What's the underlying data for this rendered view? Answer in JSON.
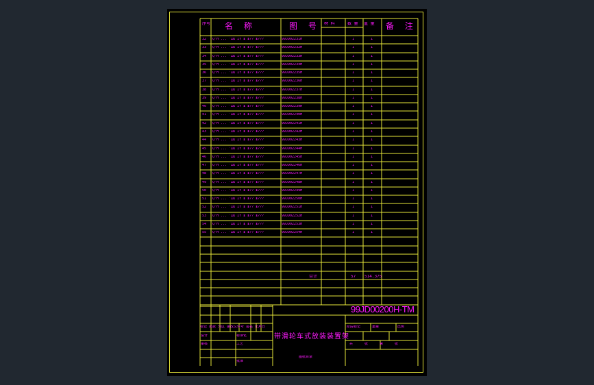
{
  "header": {
    "seq": "序号",
    "name": "名 称",
    "drawing_no": "图 号",
    "material": "材 料",
    "qty": "数 量",
    "weight": "重 量",
    "remark": "备 注"
  },
  "rows": [
    {
      "n": "32",
      "name": "Q'H ... 'Ĳ₤ ĬỸ ₤ ₤?? ₤???",
      "code": "99JD02231H"
    },
    {
      "n": "33",
      "name": "Q'H ... 'Ĳ₤ ĬỸ ₤ ₤?? ₤???",
      "code": "99JD02232H"
    },
    {
      "n": "34",
      "name": "Q'H ... 'Ĳ₤ ĬỸ ₤ ₤?? ₤???",
      "code": "99JD02233H"
    },
    {
      "n": "35",
      "name": "Q'H ... 'Ĳ₤ ĬỸ ₤ ₤?? ₤???",
      "code": "99JD02234H"
    },
    {
      "n": "36",
      "name": "Q'H ... 'Ĳ₤ ĬỸ ₤ ₤?? ₤???",
      "code": "99JD02235H"
    },
    {
      "n": "37",
      "name": "Q'H ... 'Ĳ₤ ĬỸ ₤ ₤?? ₤???",
      "code": "99JD02236H"
    },
    {
      "n": "38",
      "name": "Q'H ... 'Ĳ₤ ĬỸ ₤ ₤?? ₤???",
      "code": "99JD02237H"
    },
    {
      "n": "39",
      "name": "Q'H ... 'Ĳ₤ ĬỸ ₤ ₤?? ₤???",
      "code": "99JD02238H"
    },
    {
      "n": "40",
      "name": "Q'H ... 'Ĳ₤ ĬỸ ₤ ₤?? ₤???",
      "code": "99JD02239H"
    },
    {
      "n": "41",
      "name": "Q'H ... 'Ĳ₤ ĬỸ ₤ ₤?? ₤???",
      "code": "99JD02240H"
    },
    {
      "n": "42",
      "name": "Q'H ... 'Ĳ₤ ĬỸ ₤ ₤?? ₤???",
      "code": "99JD02241H"
    },
    {
      "n": "43",
      "name": "Q'H ... 'Ĳ₤ ĬỸ ₤ ₤?? ₤???",
      "code": "99JD02242H"
    },
    {
      "n": "44",
      "name": "Q'H ... 'Ĳ₤ ĬỸ ₤ ₤?? ₤???",
      "code": "99JD02243H"
    },
    {
      "n": "45",
      "name": "Q'H ... 'Ĳ₤ ĬỸ ₤ ₤?? ₤???",
      "code": "99JD02244H"
    },
    {
      "n": "46",
      "name": "Q'H ... 'Ĳ₤ ĬỸ ₤ ₤?? ₤???",
      "code": "99JD02245H"
    },
    {
      "n": "47",
      "name": "Q'H ... 'Ĳ₤ ĬỸ ₤ ₤?? ₤???",
      "code": "99JD02246H"
    },
    {
      "n": "48",
      "name": "Q'H ... 'Ĳ₤ ĬỸ ₤ ₤?? ₤???",
      "code": "99JD02247H"
    },
    {
      "n": "49",
      "name": "Q'H ... 'Ĳ₤ ĬỸ ₤ ₤?? ₤???",
      "code": "99JD02248H"
    },
    {
      "n": "50",
      "name": "Q'H ... 'Ĳ₤ ĬỸ ₤ ₤?? ₤???",
      "code": "99JD02249H"
    },
    {
      "n": "51",
      "name": "Q'H ... 'Ĳ₤ ĬỸ ₤ ₤?? ₤???",
      "code": "99JD02250H"
    },
    {
      "n": "52",
      "name": "Q'H ... 'Ĳ₤ ĬỸ ₤ ₤?? ₤???",
      "code": "99JD02251H"
    },
    {
      "n": "53",
      "name": "Q'H ... 'Ĳ₤ ĬỸ ₤ ₤?? ₤???",
      "code": "99JD02252H"
    },
    {
      "n": "54",
      "name": "Q'H ... 'Ĳ₤ ĬỸ ₤ ₤?? ₤???",
      "code": "99JD02253H"
    },
    {
      "n": "55",
      "name": "Q'H ... 'Ĳ₤ ĬỸ ₤ ₤?? ₤???",
      "code": "99JD02254H"
    }
  ],
  "qty_mark": "1",
  "total": {
    "label": "合计",
    "qty": "57",
    "weight": "514.375"
  },
  "title_block": {
    "drawing_code": "99JD00200H-TM",
    "title": "带滑轮车式放装装置架",
    "marks": "标记 处数 分区 更改文件号 签名 年月日",
    "design": "设计",
    "standard": "标准化",
    "check": "审核",
    "process": "工艺",
    "approve": "批准",
    "stage": "阶段标记",
    "weight_label": "重量",
    "scale": "比例",
    "sheet": "共 张 第 张",
    "company": "图纸目录"
  }
}
